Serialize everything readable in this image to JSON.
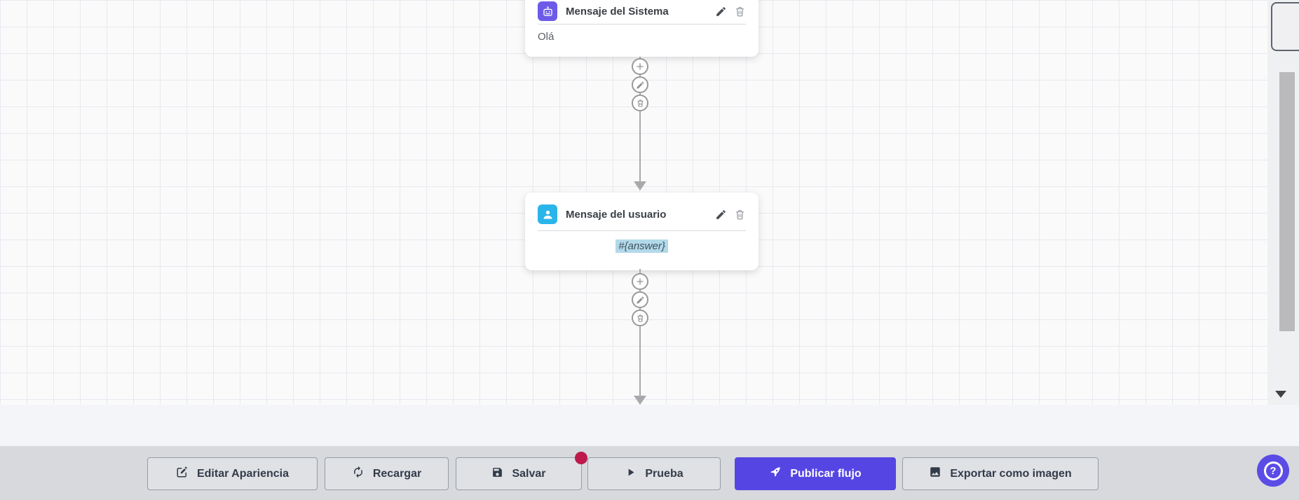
{
  "canvas": {
    "nodes": [
      {
        "title": "Mensaje del Sistema",
        "body": "Olá",
        "icon": "robot-icon",
        "icon_color": "#6d5be8"
      },
      {
        "title": "Mensaje del usuario",
        "body": "#{answer}",
        "icon": "user-icon",
        "icon_color": "#2ab5ea",
        "body_highlight_color": "#b2d9e9"
      }
    ],
    "node_actions": [
      "edit",
      "delete"
    ],
    "connector_actions": [
      "add",
      "edit",
      "delete"
    ]
  },
  "toolbar": {
    "buttons": [
      {
        "label": "Editar Apariencia",
        "icon": "edit-icon"
      },
      {
        "label": "Recargar",
        "icon": "refresh-icon"
      },
      {
        "label": "Salvar",
        "icon": "save-icon",
        "badge": "unsaved-dot"
      },
      {
        "label": "Prueba",
        "icon": "play-icon"
      },
      {
        "label": "Publicar flujo",
        "icon": "rocket-icon",
        "variant": "primary"
      },
      {
        "label": "Exportar como imagen",
        "icon": "image-icon"
      }
    ],
    "badge_color": "#bc1a4b",
    "primary_color": "#5546e4"
  },
  "help_button": {
    "label": "?"
  },
  "colors": {
    "canvas_bg": "#fafafa",
    "grid_line": "#e8e9f1",
    "toolbar_bg": "#d7d9dd",
    "connector": "#a8a9ac",
    "help_fab": "#5b4ce6"
  }
}
